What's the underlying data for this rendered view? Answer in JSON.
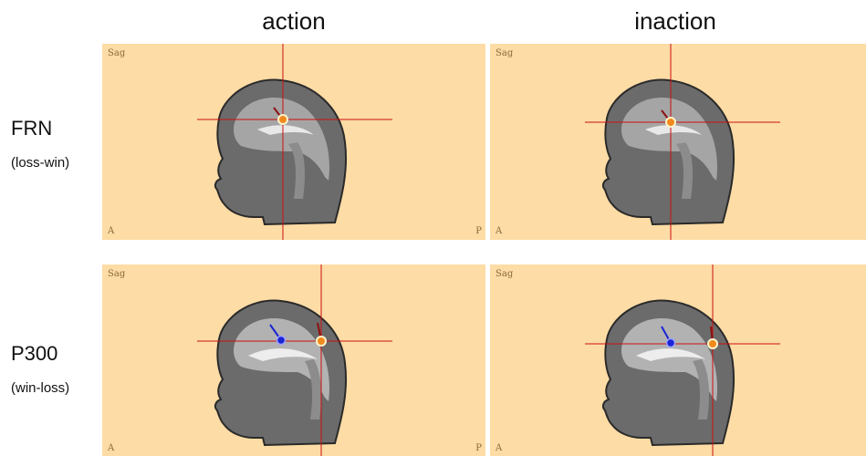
{
  "columns": {
    "left": "action",
    "right": "inaction"
  },
  "rows": [
    {
      "title": "FRN",
      "subtitle": "(loss-win)"
    },
    {
      "title": "P300",
      "subtitle": "(win-loss)"
    }
  ],
  "panel_labels": {
    "view": "Sag",
    "anterior": "A",
    "posterior": "P"
  },
  "colors": {
    "panel_bg": "#fddca5",
    "crosshair": "#cc1010",
    "marker_primary": "#f08a1c",
    "marker_secondary": "#1b24d4"
  }
}
